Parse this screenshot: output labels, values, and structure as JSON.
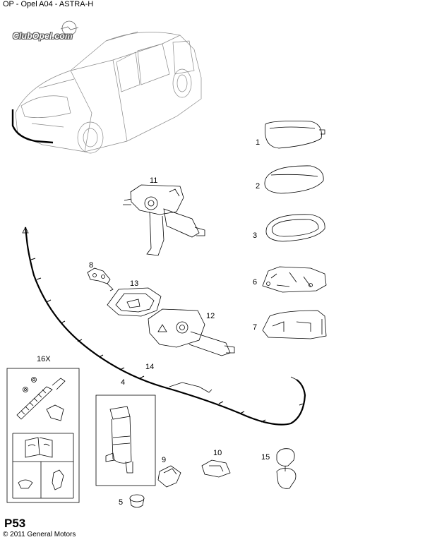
{
  "header": "OP - Opel A04 - ASTRA-H",
  "logo_text": "ClubOpel.com",
  "page_code": "P53",
  "copyright": "© 2011 General Motors",
  "callouts": [
    "1",
    "2",
    "3",
    "4",
    "5",
    "6",
    "7",
    "8",
    "9",
    "10",
    "11",
    "12",
    "13",
    "14",
    "15",
    "16X"
  ]
}
